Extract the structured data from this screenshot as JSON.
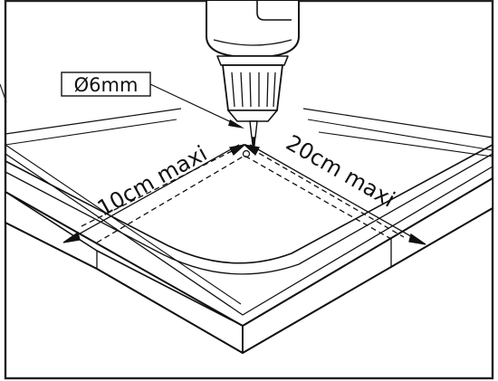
{
  "labels": {
    "drill_diameter": "Ø6mm",
    "left_distance": "10cm maxi",
    "right_distance": "20cm maxi"
  },
  "colors": {
    "ink": "#111111",
    "paper": "#ffffff",
    "border": "#222222"
  }
}
